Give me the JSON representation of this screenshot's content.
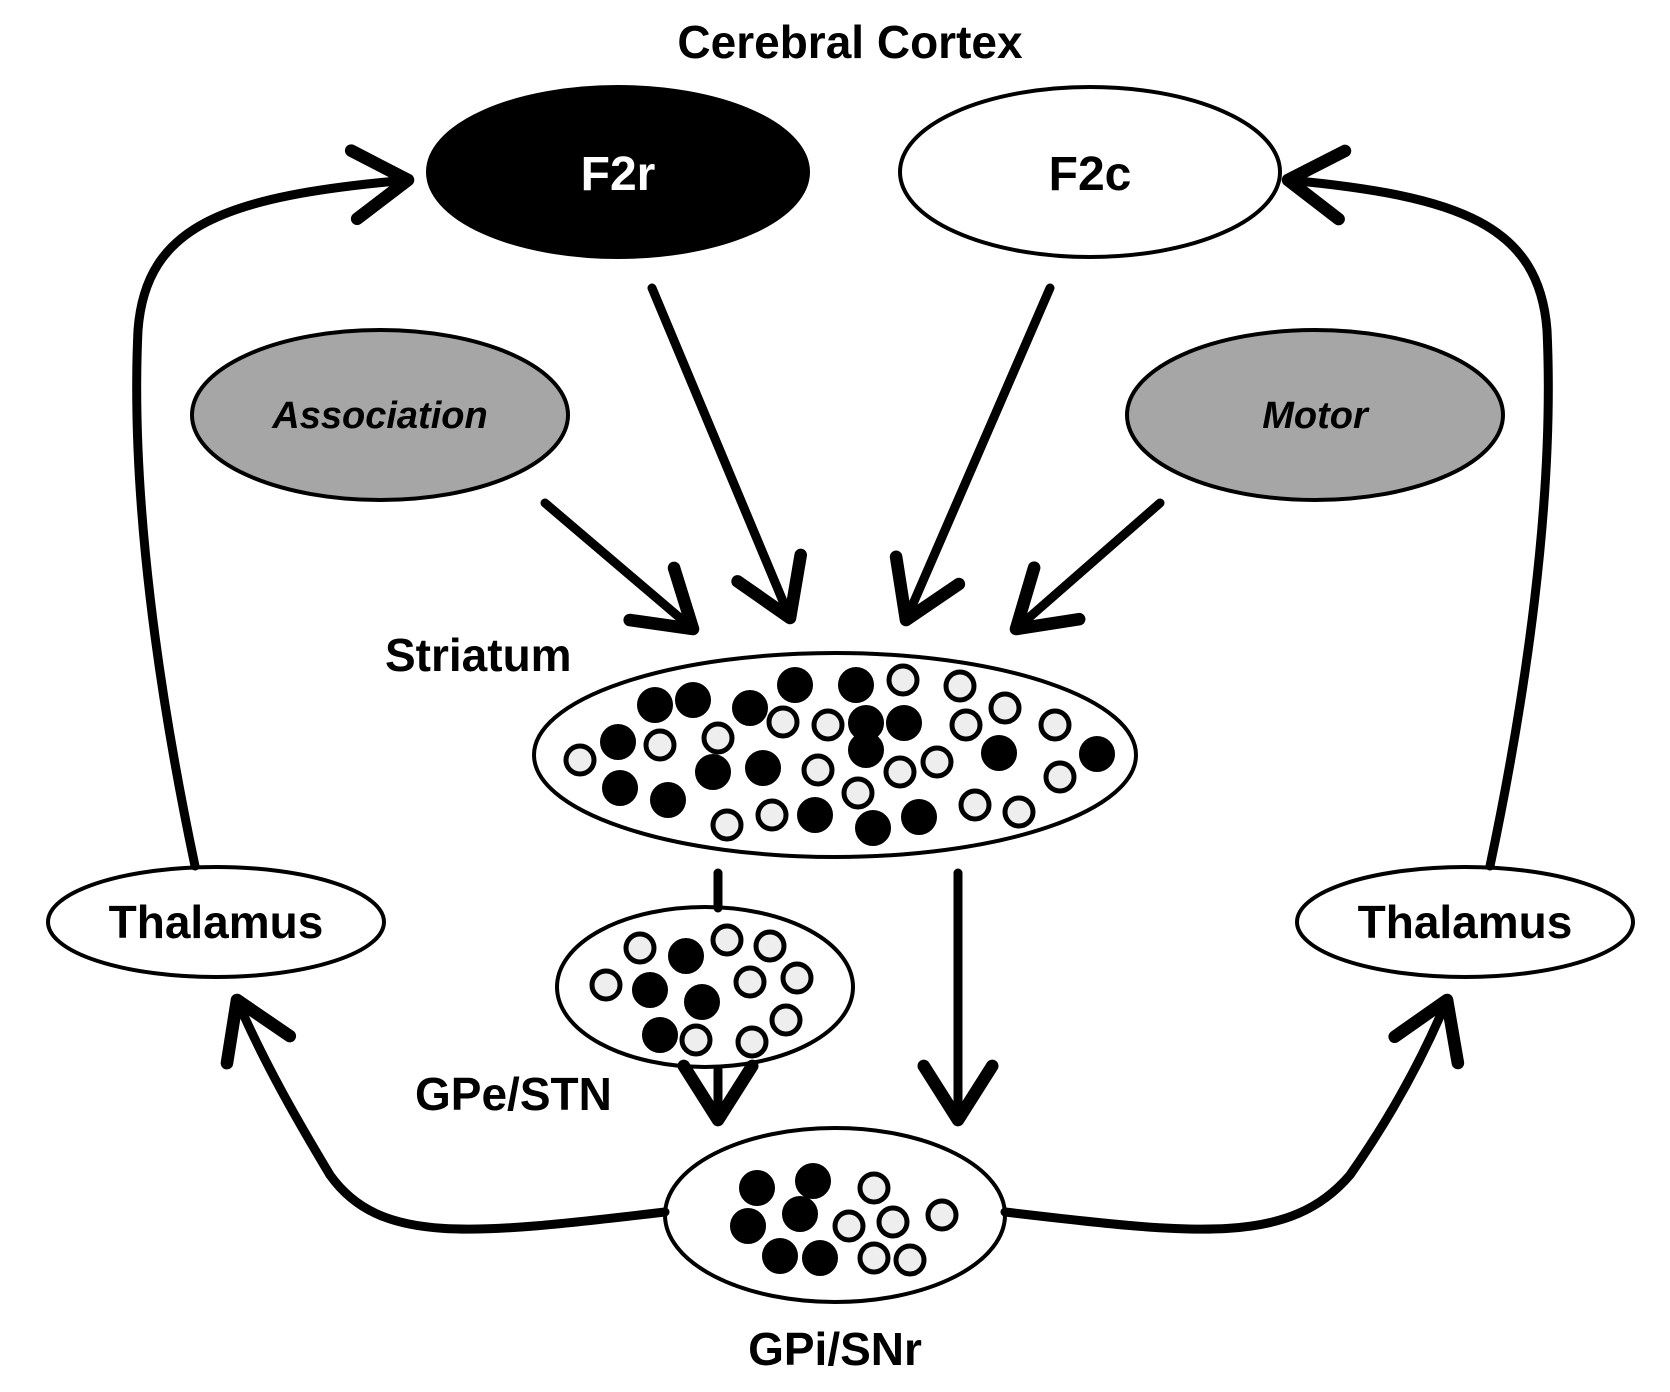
{
  "title": "Cerebral Cortex",
  "regions": {
    "f2r": "F2r",
    "f2c": "F2c",
    "association": "Association",
    "motor": "Motor",
    "striatum": "Striatum",
    "thalamus_left": "Thalamus",
    "thalamus_right": "Thalamus",
    "gpe_stn": "GPe/STN",
    "gpi_snr": "GPi/SNr"
  },
  "colors": {
    "f2r_fill": "#000000",
    "f2r_text": "#ffffff",
    "f2c_fill": "#ffffff",
    "gray_fill": "#a6a6a6",
    "open_dot_fill": "#eeeeee",
    "stroke": "#000000"
  }
}
